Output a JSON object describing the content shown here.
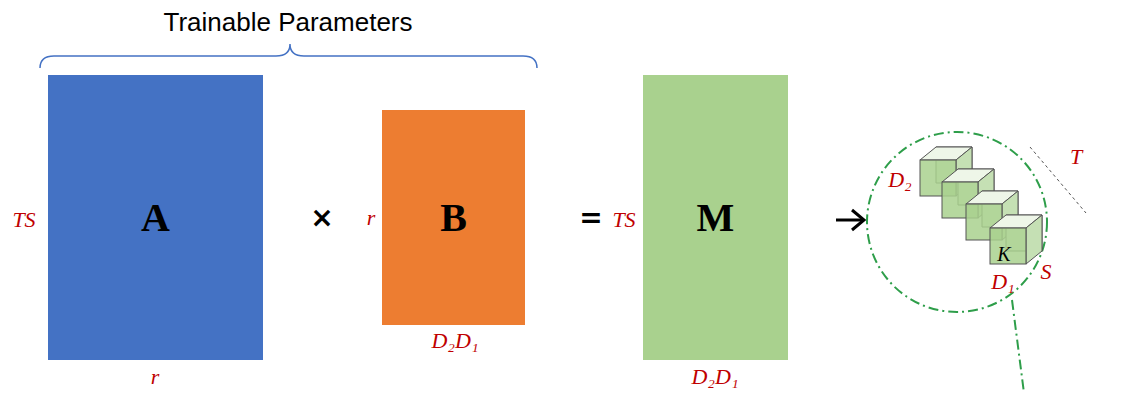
{
  "diagram": {
    "title": "Trainable Parameters",
    "nodes": [
      {
        "text": [
          "A"
        ]
      },
      {
        "text": [
          "B"
        ]
      },
      {
        "text": [
          "M"
        ]
      }
    ],
    "labels": [
      "TS",
      "r",
      "×",
      "r",
      "D₂D₁",
      "=",
      "TS",
      "D₂D₁",
      "D₂",
      "T",
      "K",
      "D₁",
      "S"
    ]
  }
}
